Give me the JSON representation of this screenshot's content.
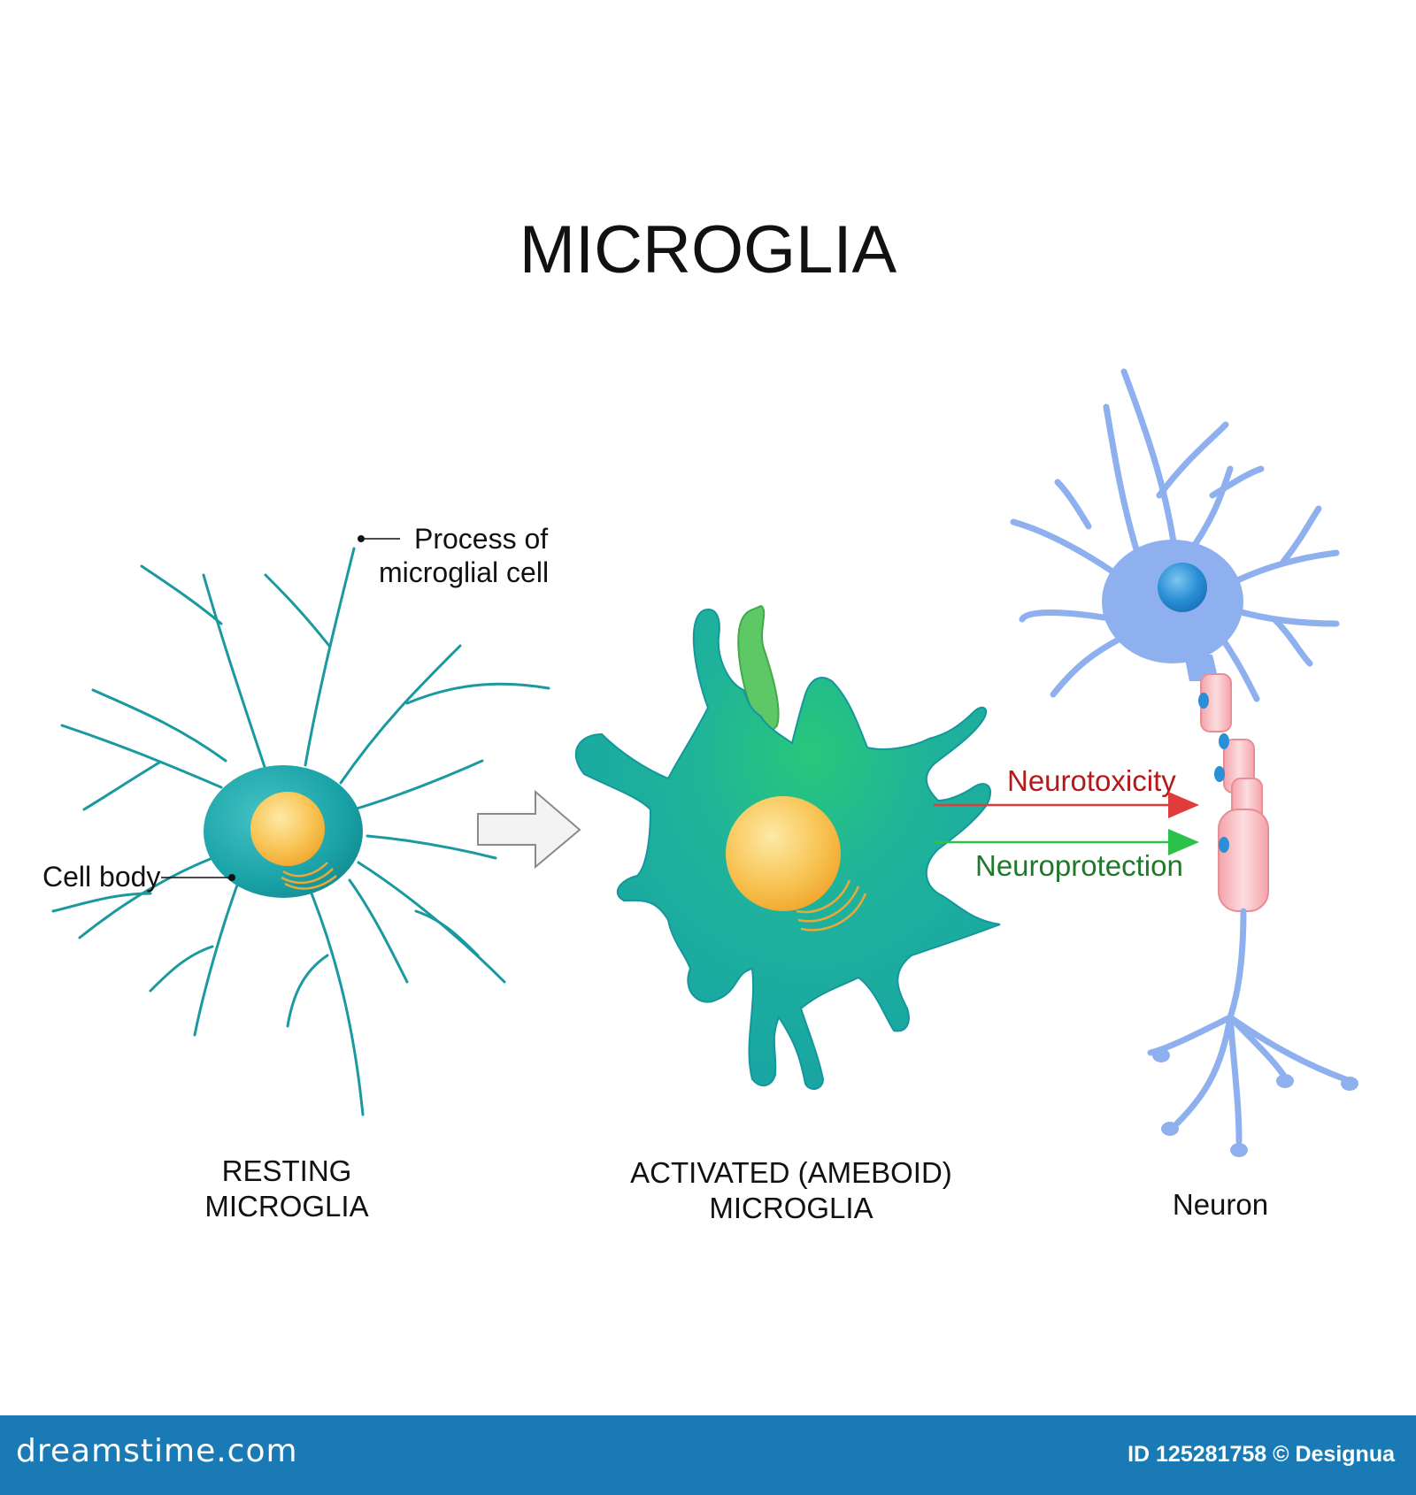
{
  "title": "MICROGLIA",
  "labels": {
    "process": [
      "Process of",
      "microglial cell"
    ],
    "cell_body": "Cell body"
  },
  "captions": {
    "resting": [
      "RESTING",
      "MICROGLIA"
    ],
    "activated": [
      "ACTIVATED (AMEBOID)",
      "MICROGLIA"
    ],
    "neuron": "Neuron"
  },
  "arrows": {
    "toxicity": "Neurotoxicity",
    "protection": "Neuroprotection"
  },
  "footer": {
    "logo": "dreamstime.com",
    "credit": "ID 125281758 © Designua"
  },
  "colors": {
    "cell": "#1aa3a8",
    "nucleus": "#f6b43a",
    "neuron": "#8fb0ef",
    "myelin": "#f4a3aa",
    "toxicity": "#c41a1a",
    "protection": "#1e8a2e",
    "footer": "#1a7ab5"
  }
}
